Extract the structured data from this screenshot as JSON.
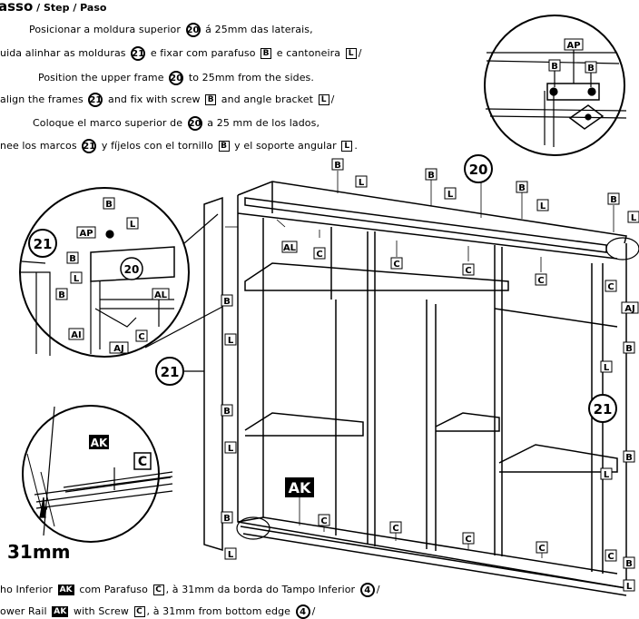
{
  "header": {
    "title": "asso",
    "subtitle": " / Step / Paso"
  },
  "instructions_top": [
    {
      "pre": "Posicionar a moldura superior ",
      "frame": "20",
      "post": " á 25mm das laterais,"
    },
    {
      "pre": "uida alinhar as molduras ",
      "frame": "21",
      "mid": " e fixar com parafuso ",
      "screw": "B",
      "mid2": " e cantoneira ",
      "bracket": "L",
      "post": "/"
    },
    {
      "pre": "Position the upper frame ",
      "frame": "20",
      "post": " to 25mm from the sides."
    },
    {
      "pre": " align the frames ",
      "frame": "21",
      "mid": " and fix with screw ",
      "screw": "B",
      "mid2": " and angle bracket ",
      "bracket": "L",
      "post": "/"
    },
    {
      "pre": "Coloque el marco superior de ",
      "frame": "20",
      "post": " a 25 mm de los lados,"
    },
    {
      "pre": "nee los marcos ",
      "frame": "21",
      "mid": " y fíjelos con el tornillo ",
      "screw": "B",
      "mid2": " y el soporte angular ",
      "bracket": "L",
      "post": "."
    }
  ],
  "instructions_bottom": [
    {
      "pre": "ho Inferior ",
      "rail": "AK",
      "mid": " com Parafuso ",
      "screw": "C",
      "mid2": ", à 31mm da borda do Tampo Inferior ",
      "part": "4",
      "post": "/"
    },
    {
      "pre": "ower Rail ",
      "rail": "AK",
      "mid": " with Screw ",
      "screw": "C",
      "mid2": ", à 31mm from bottom edge ",
      "part": "4",
      "post": "/"
    }
  ],
  "measurement": "31mm",
  "labels": {
    "frame_upper": "20",
    "frame_side": "21",
    "rail": "AK",
    "screw_b": "B",
    "bracket_l": "L",
    "screw_c": "C",
    "part_ap": "AP",
    "part_al": "AL",
    "part_ai": "AI",
    "part_aj": "AJ"
  }
}
